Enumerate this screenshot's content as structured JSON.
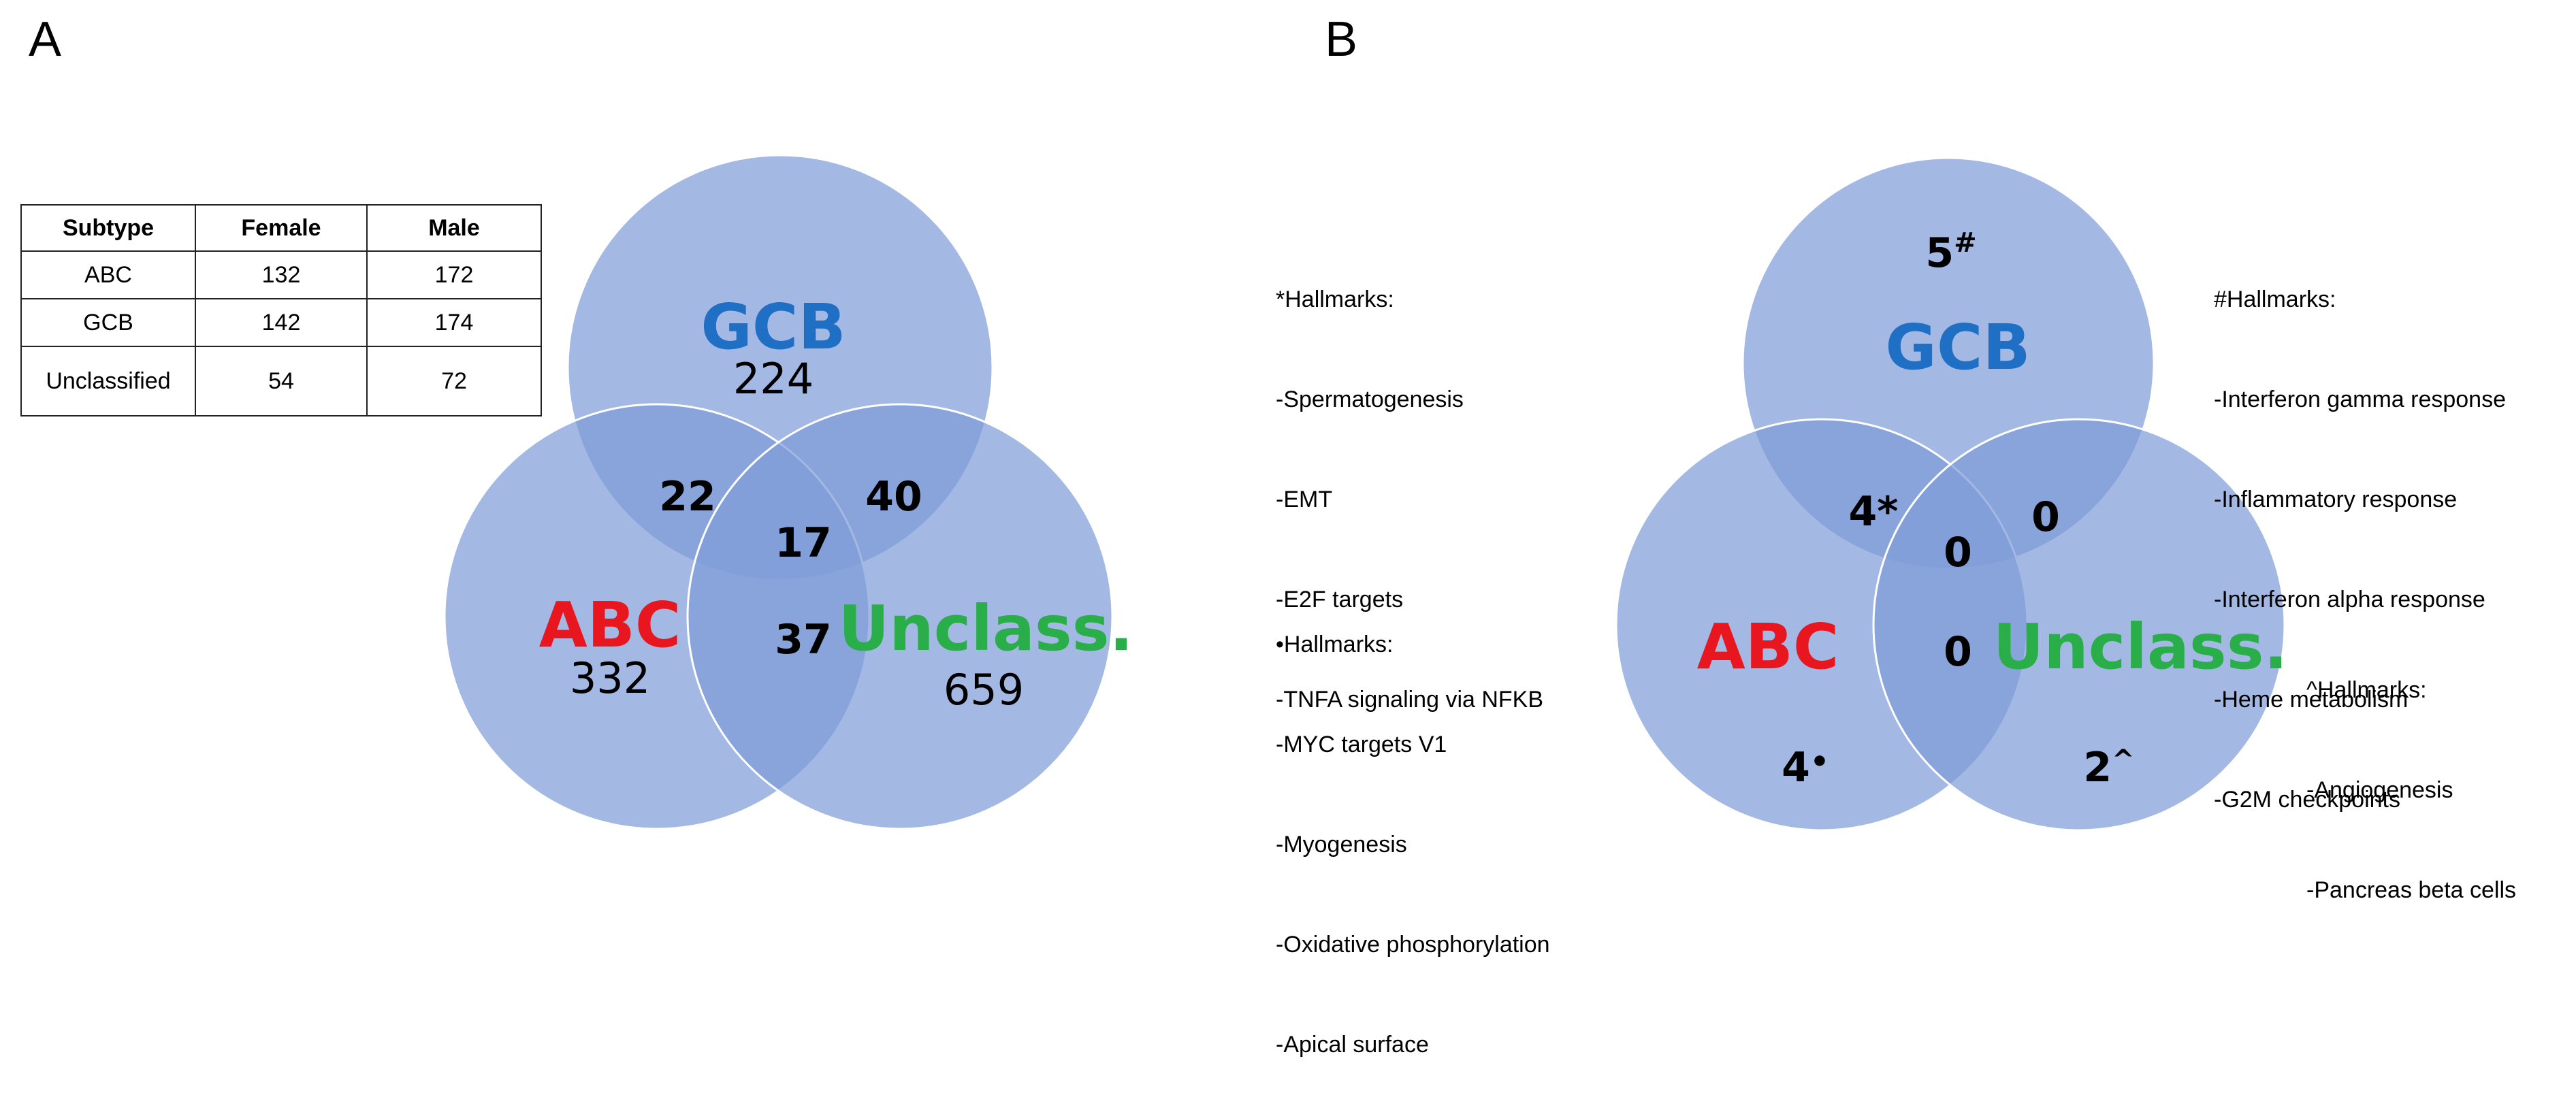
{
  "panels": {
    "a": "A",
    "b": "B"
  },
  "table": {
    "headers": [
      "Subtype",
      "Female",
      "Male"
    ],
    "rows": [
      [
        "ABC",
        "132",
        "172"
      ],
      [
        "GCB",
        "142",
        "174"
      ],
      [
        "Unclassified",
        "54",
        "72"
      ]
    ]
  },
  "venn_a": {
    "gcb_label": "GCB",
    "gcb_value": "224",
    "abc_label": "ABC",
    "abc_value": "332",
    "unc_label": "Unclass.",
    "unc_value": "659",
    "gcb_abc": "22",
    "gcb_unc": "40",
    "all": "17",
    "abc_unc": "37"
  },
  "venn_b": {
    "gcb_label": "GCB",
    "gcb_value": "5",
    "gcb_mark": "#",
    "abc_label": "ABC",
    "abc_value": "4",
    "abc_mark": "•",
    "unc_label": "Unclass.",
    "unc_value": "2",
    "unc_mark": "^",
    "gcb_abc": "4*",
    "gcb_unc": "0",
    "all": "0",
    "abc_unc": "0"
  },
  "hallmarks": {
    "star": [
      "*Hallmarks:",
      "-Spermatogenesis",
      "-EMT",
      "-E2F targets",
      "-TNFA signaling via NFKB"
    ],
    "bullet": [
      "•Hallmarks:",
      "-MYC targets V1",
      "-Myogenesis",
      "-Oxidative phosphorylation",
      "-Apical surface"
    ],
    "hash": [
      "#Hallmarks:",
      "-Interferon gamma response",
      "-Inflammatory response",
      "-Interferon alpha response",
      "-Heme metabolism",
      "-G2M checkpoints"
    ],
    "caret": [
      "^Hallmarks:",
      "-Angiogenesis",
      "-Pancreas beta cells"
    ]
  },
  "colors": {
    "circle_fill": "#7f9dd8",
    "gcb_label": "#1f6fc4",
    "abc_label": "#e8171f",
    "unc_label": "#2aae4a"
  }
}
